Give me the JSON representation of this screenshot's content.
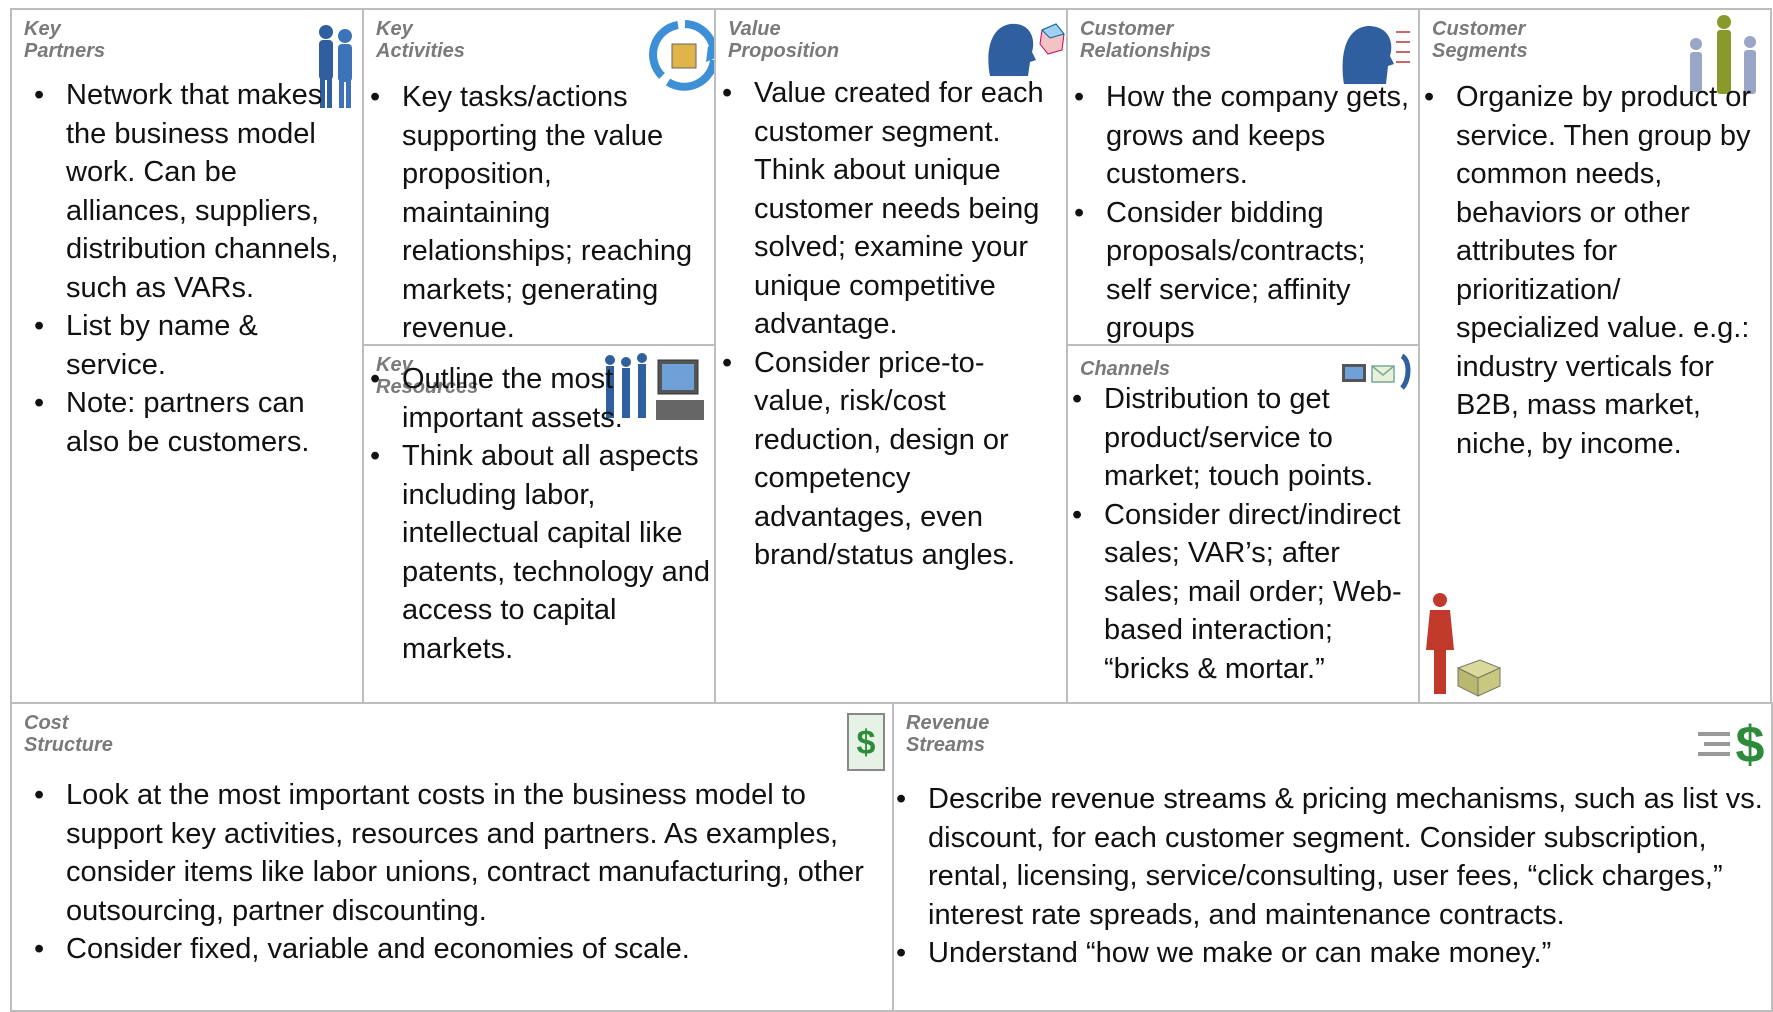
{
  "blocks": {
    "key_partners": {
      "title_line1": "Key",
      "title_line2": "Partners",
      "bullets": [
        "Network that makes the business model work. Can be alliances, suppliers, distribution channels, such as VARs.",
        "List by name & service.",
        "Note: partners can also be customers."
      ],
      "icon": "people-icon"
    },
    "key_activities": {
      "title_line1": "Key",
      "title_line2": "Activities",
      "bullets": [
        "Key tasks/actions supporting the value proposition, maintaining relationships; reaching markets; generating revenue."
      ],
      "icon": "cycle-arrows-icon"
    },
    "key_resources": {
      "title_line1": "Key",
      "title_line2": "Resources",
      "bullets": [
        "Outline the most important assets.",
        "Think about all aspects including labor, intellectual capital like patents, technology and access to capital markets."
      ],
      "icon": "people-computer-icon"
    },
    "value_proposition": {
      "title_line1": "Value",
      "title_line2": "Proposition",
      "bullets": [
        "Value created for each customer segment.  Think about unique customer needs being solved; examine your unique competitive advantage.",
        "Consider price-to-value, risk/cost reduction, design or competency advantages, even brand/status angles."
      ],
      "icon": "head-cube-icon"
    },
    "customer_relationships": {
      "title_line1": "Customer",
      "title_line2": "Relationships",
      "bullets": [
        "How the company gets, grows and keeps customers.",
        "Consider bidding proposals/contracts; self service; affinity groups"
      ],
      "icon": "head-profile-icon"
    },
    "channels": {
      "title_line1": "Channels",
      "bullets": [
        "Distribution to get product/service to market; touch points.",
        "Consider direct/indirect sales; VAR’s; after sales; mail order; Web-based interaction; “bricks & mortar.”"
      ],
      "icon": "devices-icon"
    },
    "customer_segments": {
      "title_line1": "Customer",
      "title_line2": "Segments",
      "bullets": [
        "Organize by product or service. Then group by common needs, behaviors or other attributes for prioritization/ specialized value. e.g.: industry verticals for B2B, mass market, niche, by income."
      ],
      "icon": "group-people-icon"
    },
    "cost_structure": {
      "title_line1": "Cost",
      "title_line2": "Structure",
      "bullets": [
        "Look at the most important costs in the business model to support key activities, resources and partners.  As examples, consider items like labor unions, contract manufacturing, other outsourcing, partner discounting.",
        "Consider fixed, variable and economies of scale."
      ],
      "icon": "dollar-document-icon"
    },
    "revenue_streams": {
      "title_line1": "Revenue",
      "title_line2": "Streams",
      "bullets": [
        "Describe revenue streams & pricing mechanisms, such as list vs. discount, for each customer segment.  Consider subscription, rental, licensing, service/consulting, user fees, “click charges,” interest rate spreads, and maintenance contracts.",
        "Understand “how we make or can make money.”"
      ],
      "icon": "dollar-speed-icon"
    }
  },
  "colors": {
    "border": "#bdbdbd",
    "title": "#7a7a7a",
    "icon_blue": "#2f5f9e",
    "icon_green": "#2e8b3a",
    "icon_red": "#c0392b"
  }
}
